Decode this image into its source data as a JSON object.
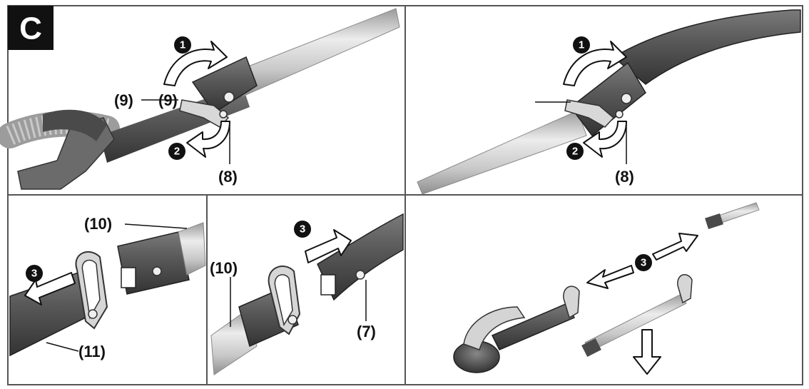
{
  "figure": {
    "letter": "C",
    "colors": {
      "frame": "#555555",
      "tube_light": "#e4e4e4",
      "tube_mid": "#c2c2c2",
      "tube_dark": "#9a9a9a",
      "grip_dark": "#4a4a4a",
      "grip_mid": "#6a6a6a",
      "arrow_fill": "#ffffff",
      "callout_bg": "#111111",
      "text": "#111111"
    }
  },
  "panels": [
    {
      "name": "panel-top-left",
      "steps": [
        "1",
        "2"
      ],
      "labels": [
        "(9)",
        "(9)",
        "(8)"
      ]
    },
    {
      "name": "panel-top-right",
      "steps": [
        "1",
        "2"
      ],
      "labels": [
        "(8)"
      ]
    },
    {
      "name": "panel-bottom-left",
      "steps": [
        "3"
      ],
      "labels": [
        "(10)",
        "(11)"
      ]
    },
    {
      "name": "panel-bottom-middle",
      "steps": [
        "3"
      ],
      "labels": [
        "(10)",
        "(7)"
      ]
    },
    {
      "name": "panel-bottom-right",
      "steps": [
        "3"
      ],
      "labels": []
    }
  ]
}
